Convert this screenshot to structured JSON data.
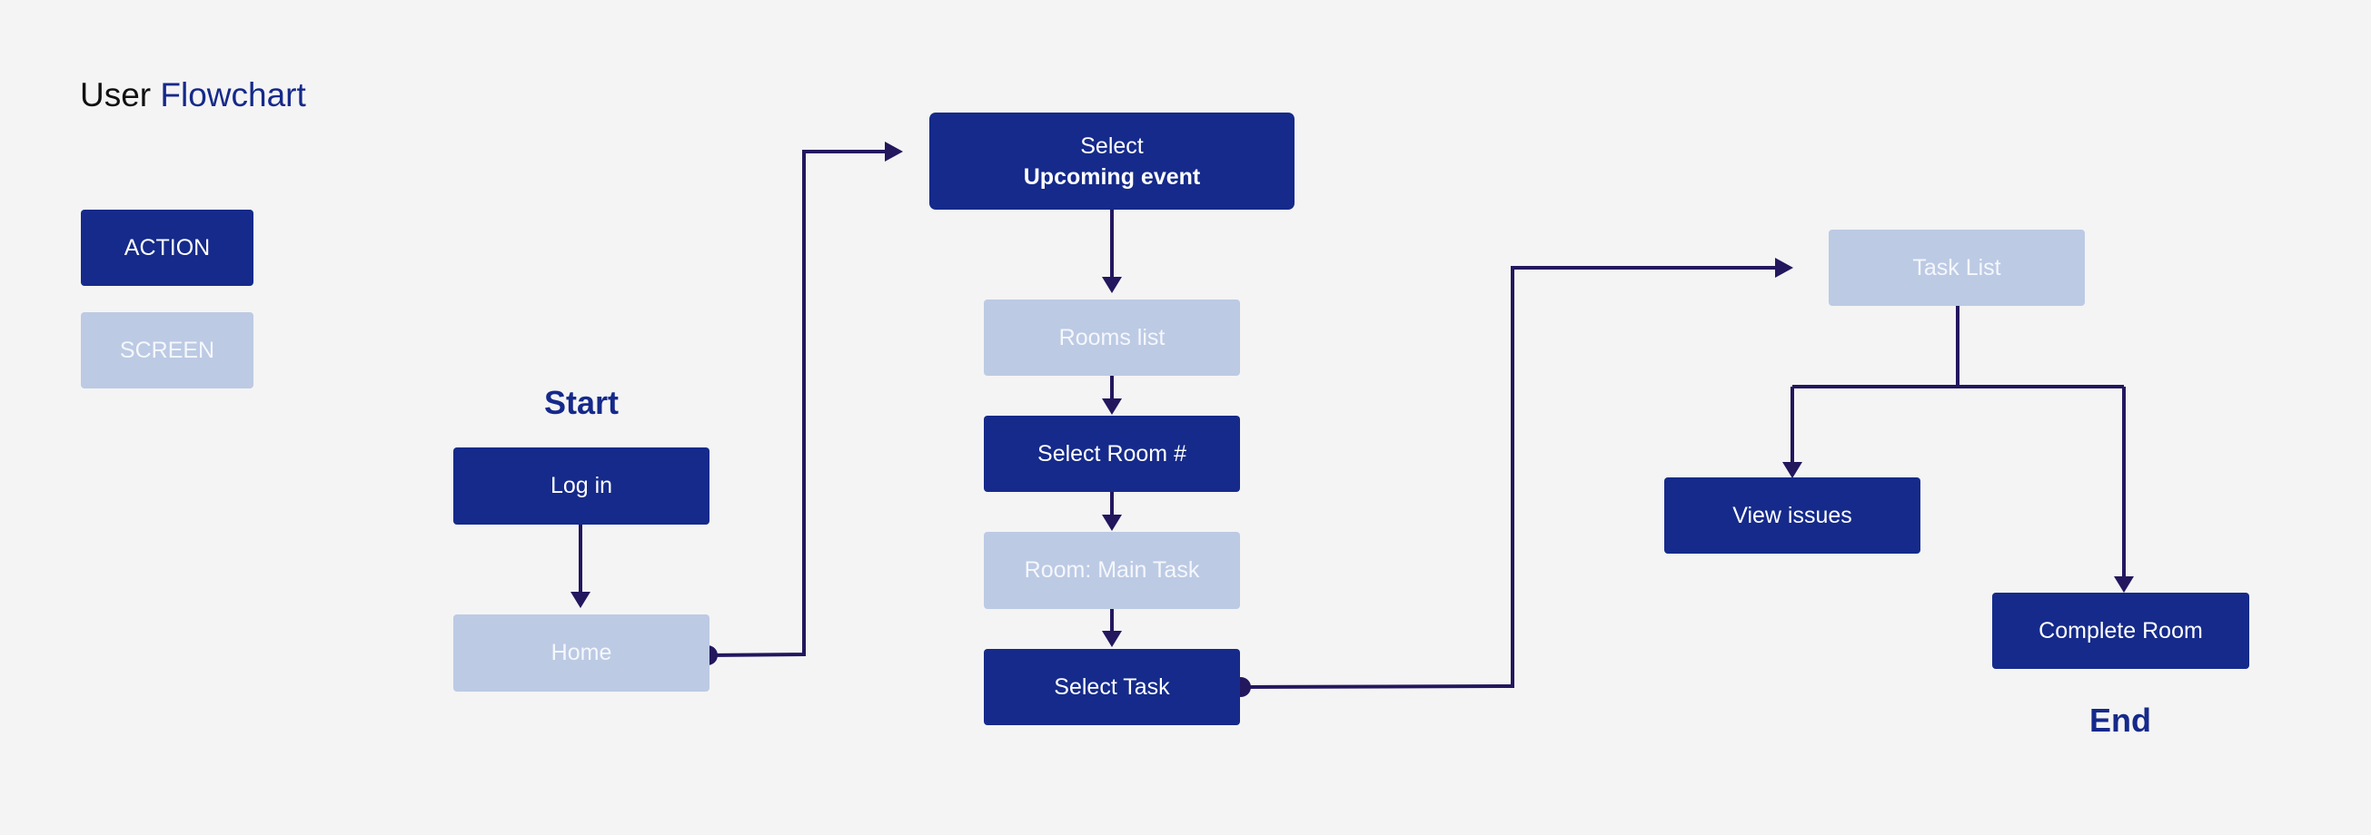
{
  "title": {
    "prefix": "User",
    "accent": "Flowchart"
  },
  "legend": {
    "action": "ACTION",
    "screen": "SCREEN"
  },
  "labels": {
    "start": "Start",
    "end": "End"
  },
  "nodes": {
    "login": "Log in",
    "home": "Home",
    "select_event_line1": "Select",
    "select_event_line2": "Upcoming event",
    "rooms_list": "Rooms list",
    "select_room": "Select Room #",
    "room_main_task": "Room: Main Task",
    "select_task": "Select Task",
    "task_list": "Task List",
    "view_issues": "View issues",
    "complete_room": "Complete Room"
  },
  "colors": {
    "action": "#152a8a",
    "screen": "#bccae4",
    "connector": "#23175e",
    "accent_text": "#15298a",
    "background": "#f4f4f4"
  }
}
